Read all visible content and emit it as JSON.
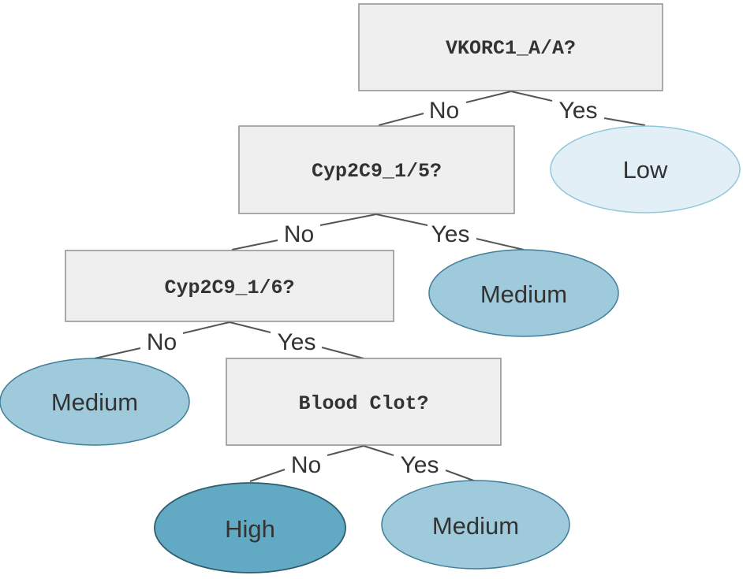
{
  "nodes": {
    "root": {
      "label": "VKORC1_A/A?"
    },
    "cyp15": {
      "label": "Cyp2C9_1/5?"
    },
    "cyp16": {
      "label": "Cyp2C9_1/6?"
    },
    "clot": {
      "label": "Blood Clot?"
    }
  },
  "leaves": {
    "low": {
      "label": "Low",
      "level": "low"
    },
    "medium_a": {
      "label": "Medium",
      "level": "medium"
    },
    "medium_b": {
      "label": "Medium",
      "level": "medium"
    },
    "high": {
      "label": "High",
      "level": "high"
    },
    "medium_c": {
      "label": "Medium",
      "level": "medium"
    }
  },
  "edges": {
    "root_no": "No",
    "root_yes": "Yes",
    "cyp15_no": "No",
    "cyp15_yes": "Yes",
    "cyp16_no": "No",
    "cyp16_yes": "Yes",
    "clot_no": "No",
    "clot_yes": "Yes"
  },
  "colors": {
    "low": "#e3eff6",
    "medium": "#9fcadb",
    "high": "#62a9c3",
    "box": "#efefef"
  }
}
